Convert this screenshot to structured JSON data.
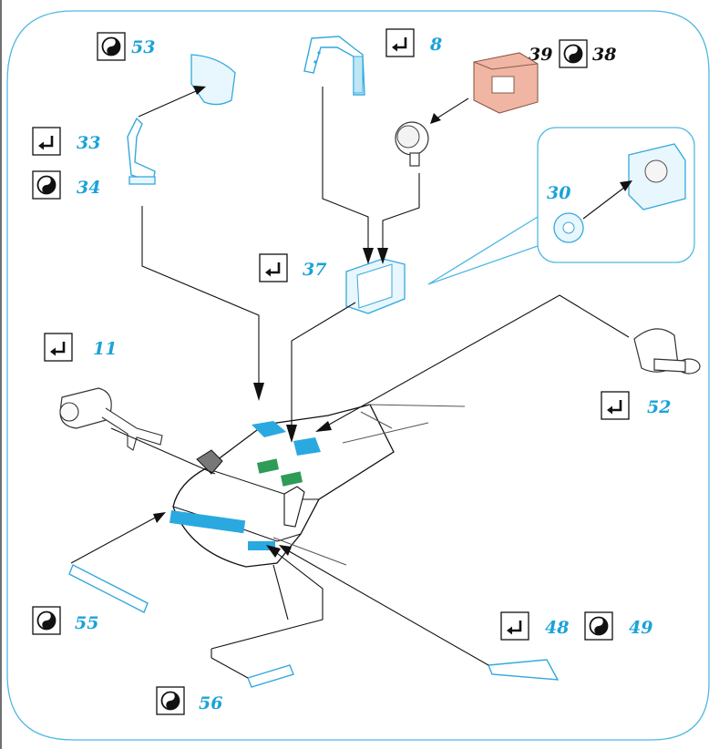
{
  "labels": {
    "p53": "53",
    "p8": "8",
    "p39": "39",
    "p38": "38",
    "p33": "33",
    "p34": "34",
    "p30": "30",
    "p37": "37",
    "p11": "11",
    "p52": "52",
    "p55": "55",
    "p48": "48",
    "p49": "49",
    "p56": "56"
  },
  "icons": {
    "bend": "bend-icon",
    "yin_yang": "yin-yang-icon"
  },
  "colors": {
    "part_blue": "#33a9dc",
    "label_blue": "#1aa3d8",
    "highlight_blue": "#2aa9e0",
    "green": "#2e9b57",
    "copper": "#e8a48f"
  }
}
